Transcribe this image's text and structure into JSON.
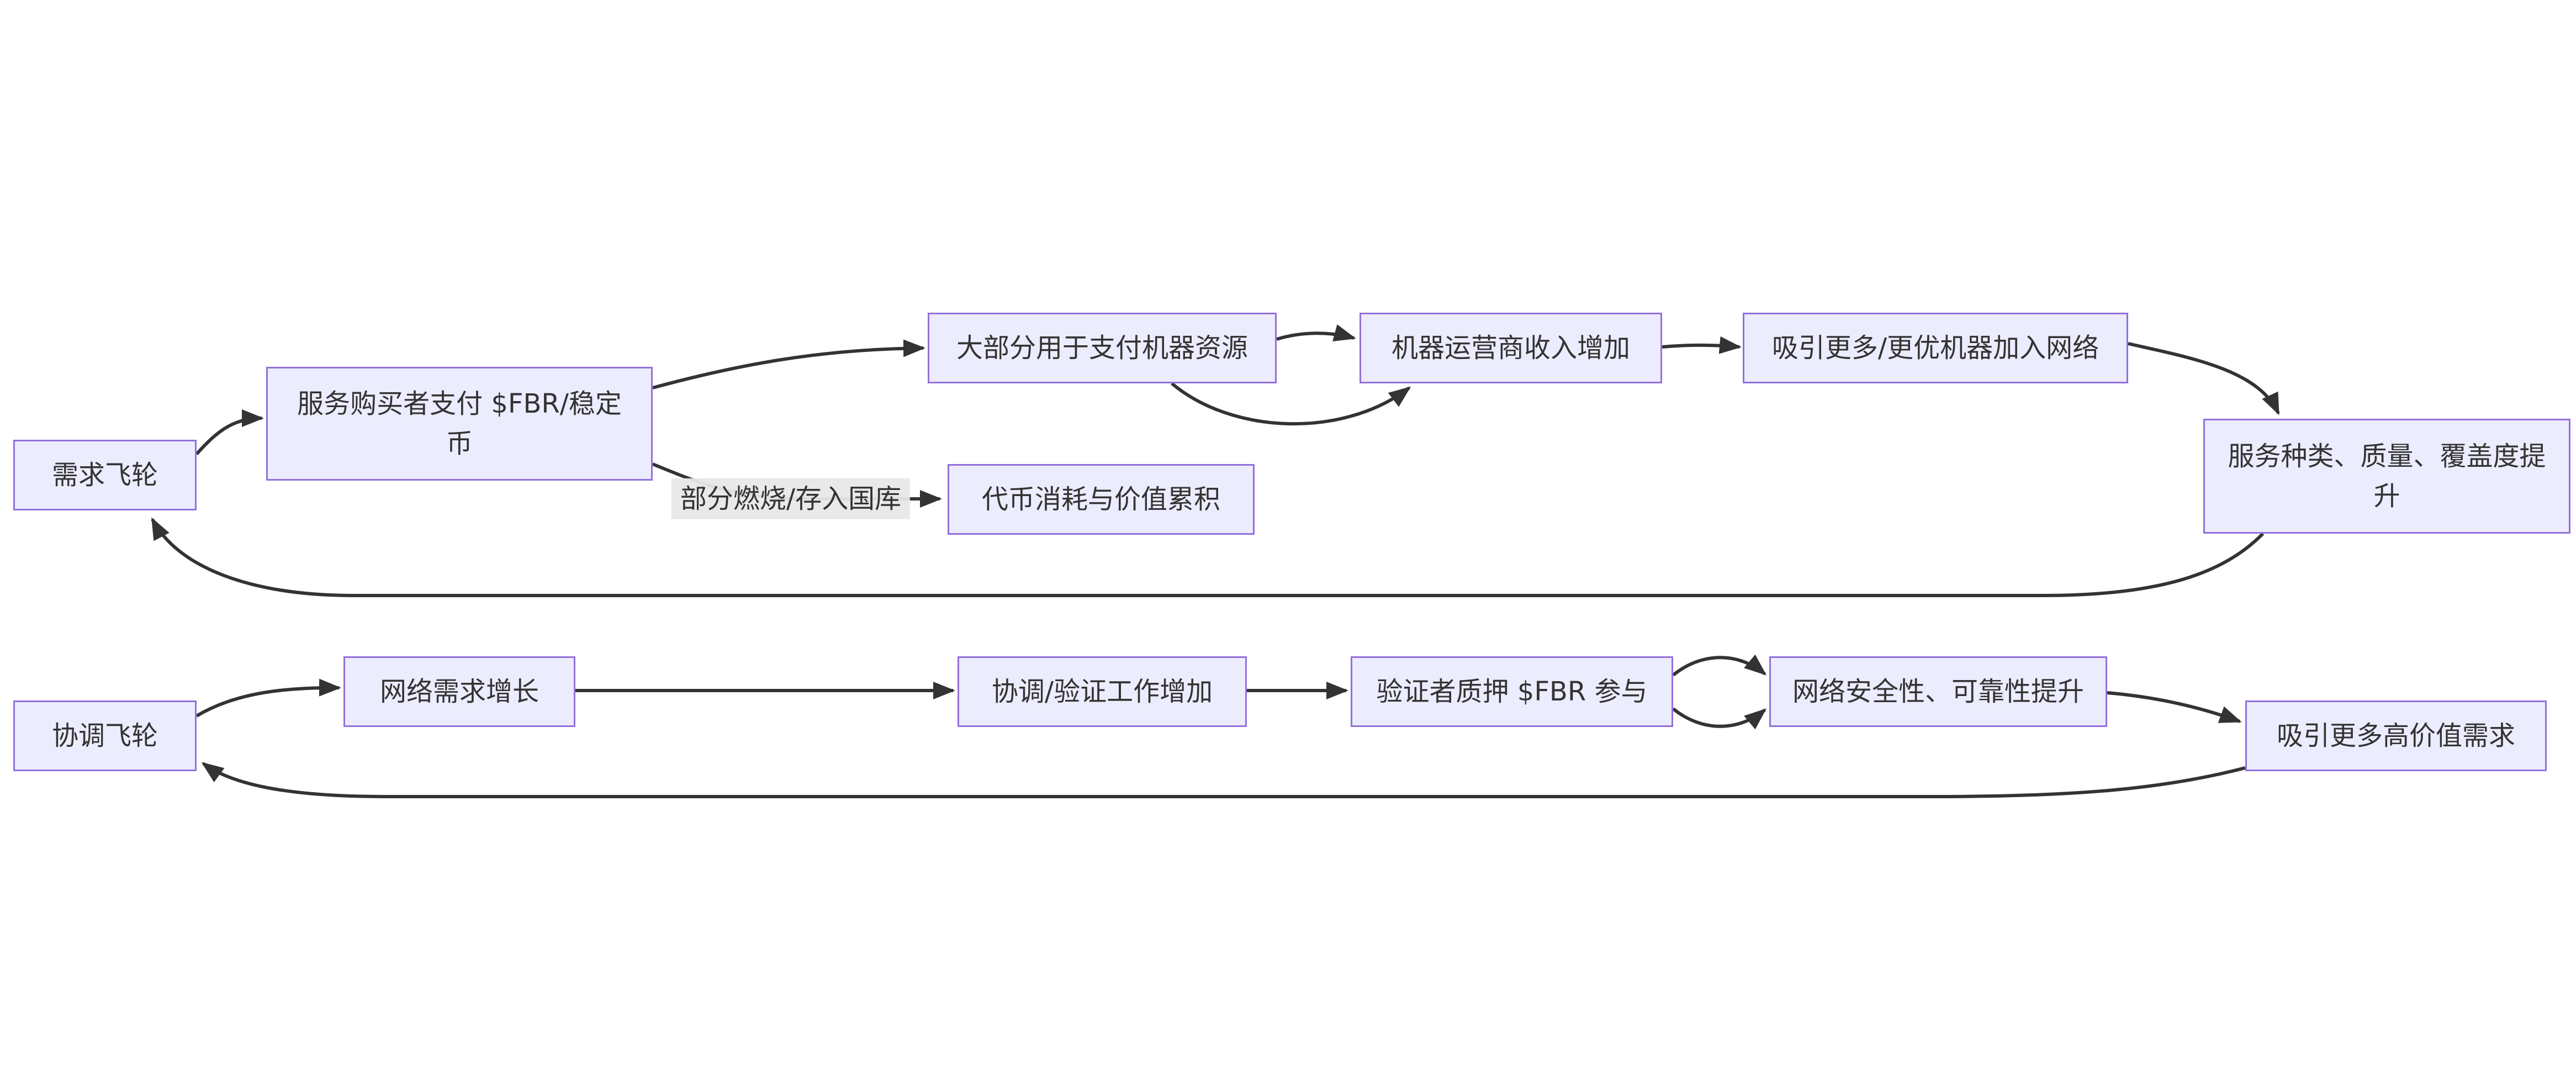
{
  "diagram": {
    "type": "flowchart-LR",
    "background": "#ffffff",
    "node_fill": "#ECECFF",
    "node_border": "#9370DB",
    "node_text_color": "#333333",
    "edge_color": "#333333",
    "edge_label_bg": "#e8e8e8"
  },
  "nodes": {
    "demand_hub": {
      "label": "需求飞轮"
    },
    "buyer_pay": {
      "label": "服务购买者支付 $FBR/稳定\n币"
    },
    "machine_pay": {
      "label": "大部分用于支付机器资源"
    },
    "operator_income": {
      "label": "机器运营商收入增加"
    },
    "attract_machines": {
      "label": "吸引更多/更优机器加入网络"
    },
    "service_quality": {
      "label": "服务种类、质量、覆盖度提\n升"
    },
    "token_burn": {
      "label": "代币消耗与价值累积"
    },
    "coord_hub": {
      "label": "协调飞轮"
    },
    "network_demand": {
      "label": "网络需求增长"
    },
    "coord_work": {
      "label": "协调/验证工作增加"
    },
    "validator_stake": {
      "label": "验证者质押 $FBR 参与"
    },
    "network_security": {
      "label": "网络安全性、可靠性提升"
    },
    "high_value_demand": {
      "label": "吸引更多高价值需求"
    }
  },
  "edge_labels": {
    "burn_treasury": "部分燃烧/存入国库"
  },
  "edges": [
    {
      "from": "需求飞轮",
      "to": "服务购买者支付 $FBR/稳定币",
      "label": ""
    },
    {
      "from": "服务购买者支付 $FBR/稳定币",
      "to": "大部分用于支付机器资源",
      "label": ""
    },
    {
      "from": "服务购买者支付 $FBR/稳定币",
      "to": "代币消耗与价值累积",
      "label": "部分燃烧/存入国库"
    },
    {
      "from": "大部分用于支付机器资源",
      "to": "机器运营商收入增加",
      "label": "",
      "variant": "upper"
    },
    {
      "from": "大部分用于支付机器资源",
      "to": "机器运营商收入增加",
      "label": "",
      "variant": "lower"
    },
    {
      "from": "机器运营商收入增加",
      "to": "吸引更多/更优机器加入网络",
      "label": ""
    },
    {
      "from": "吸引更多/更优机器加入网络",
      "to": "服务种类、质量、覆盖度提升",
      "label": ""
    },
    {
      "from": "服务种类、质量、覆盖度提升",
      "to": "需求飞轮",
      "label": ""
    },
    {
      "from": "协调飞轮",
      "to": "网络需求增长",
      "label": ""
    },
    {
      "from": "网络需求增长",
      "to": "协调/验证工作增加",
      "label": ""
    },
    {
      "from": "协调/验证工作增加",
      "to": "验证者质押 $FBR 参与",
      "label": ""
    },
    {
      "from": "验证者质押 $FBR 参与",
      "to": "网络安全性、可靠性提升",
      "label": "",
      "variant": "upper"
    },
    {
      "from": "验证者质押 $FBR 参与",
      "to": "网络安全性、可靠性提升",
      "label": "",
      "variant": "lower"
    },
    {
      "from": "网络安全性、可靠性提升",
      "to": "吸引更多高价值需求",
      "label": ""
    },
    {
      "from": "吸引更多高价值需求",
      "to": "协调飞轮",
      "label": ""
    }
  ]
}
